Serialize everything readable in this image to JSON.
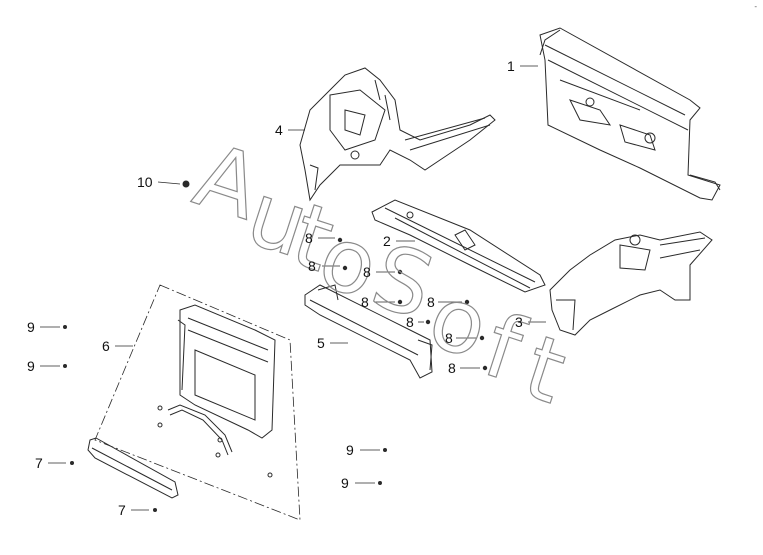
{
  "corner_mark": "-",
  "watermark": {
    "letters": [
      "A",
      "u",
      "t",
      "o",
      "S",
      "o",
      "f",
      "t"
    ]
  },
  "callouts": {
    "c1": "1",
    "c2": "2",
    "c3": "3",
    "c4": "4",
    "c5": "5",
    "c6": "6",
    "c7a": "7",
    "c7b": "7",
    "c8a": "8",
    "c8b": "8",
    "c8c": "8",
    "c8d": "8",
    "c8e": "8",
    "c8f": "8",
    "c8g": "8",
    "c8h": "8",
    "c9a": "9",
    "c9b": "9",
    "c9c": "9",
    "c9d": "9",
    "c10": "10"
  },
  "colors": {
    "line": "#2a2a2a",
    "watermark": "#8a8a8a",
    "background": "#ffffff"
  }
}
